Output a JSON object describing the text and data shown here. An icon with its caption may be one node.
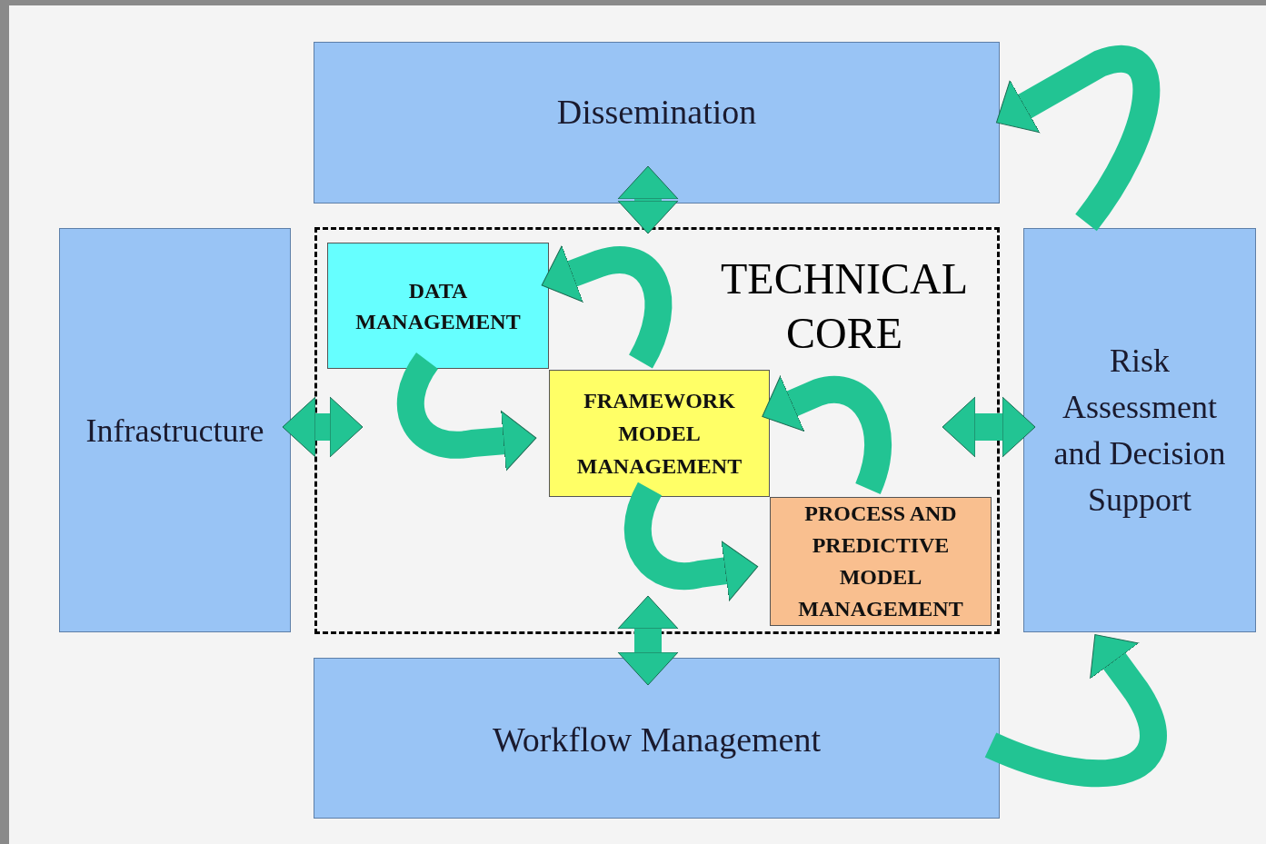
{
  "diagram": {
    "nodes": [
      {
        "text": [
          "Dissemination"
        ]
      },
      {
        "text": [
          "Infrastructure"
        ]
      },
      {
        "text": [
          "TECHNICAL CORE"
        ]
      },
      {
        "text": [
          "DATA MANAGEMENT"
        ],
        "in": 2
      },
      {
        "text": [
          "FRAMEWORK MODEL MANAGEMENT"
        ],
        "in": 2
      },
      {
        "text": [
          "PROCESS AND PREDICTIVE MODEL MANAGEMENT"
        ],
        "in": 2
      },
      {
        "text": [
          "Risk Assessment and Decision Support"
        ]
      },
      {
        "text": [
          "Workflow Management"
        ]
      }
    ],
    "edges": [
      {
        "from": 0,
        "to": 2,
        "arrow": "both"
      },
      {
        "from": 1,
        "to": 2,
        "arrow": "both"
      },
      {
        "from": 2,
        "to": 6,
        "arrow": "both"
      },
      {
        "from": 2,
        "to": 7,
        "arrow": "both"
      },
      {
        "from": 6,
        "to": 0,
        "arrow": "to"
      },
      {
        "from": 7,
        "to": 6,
        "arrow": "to"
      },
      {
        "from": 4,
        "to": 3,
        "arrow": "to"
      },
      {
        "from": 3,
        "to": 4,
        "arrow": "to"
      },
      {
        "from": 5,
        "to": 4,
        "arrow": "to"
      },
      {
        "from": 4,
        "to": 5,
        "arrow": "to"
      }
    ]
  }
}
